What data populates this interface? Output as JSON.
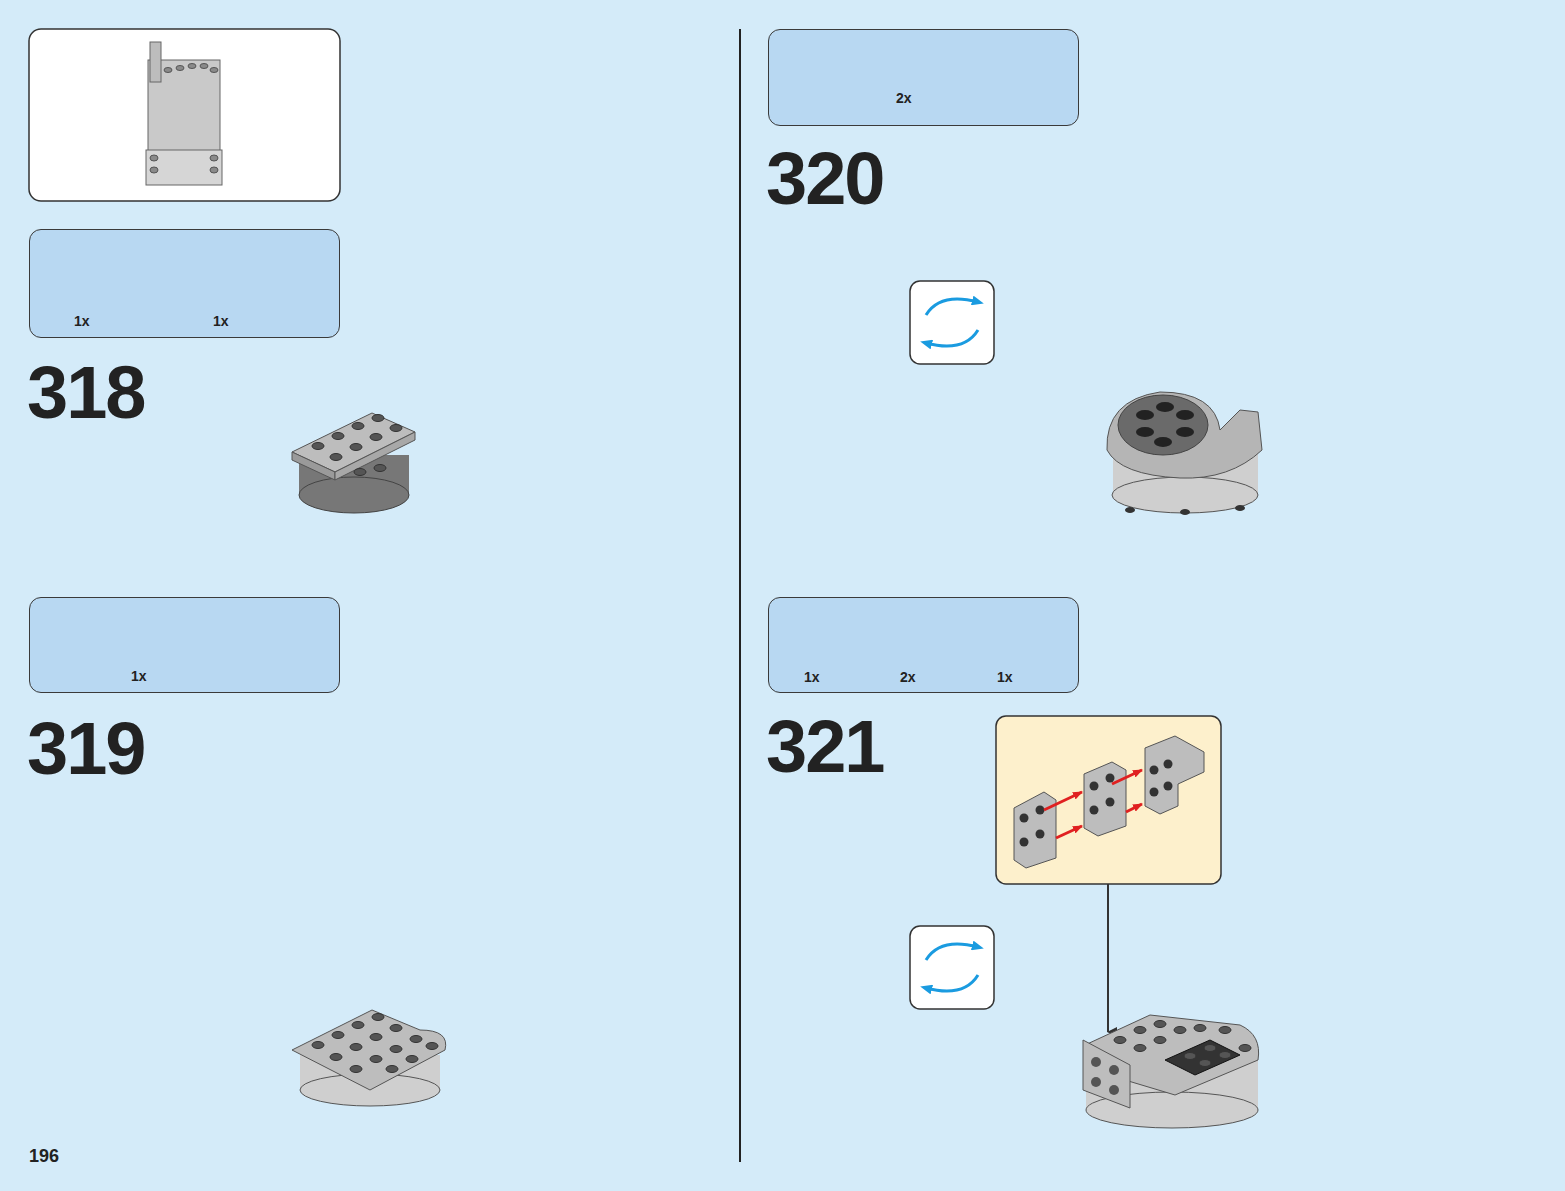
{
  "diagram": {
    "nodes": [
      {
        "text": [
          "1x",
          "1x"
        ]
      },
      {
        "text": [
          "1x"
        ]
      },
      {
        "text": [
          "2x"
        ]
      },
      {
        "text": [
          "1x",
          "2x",
          "1x"
        ]
      }
    ],
    "labels": [
      "318",
      "319",
      "320",
      "321",
      "196"
    ]
  }
}
